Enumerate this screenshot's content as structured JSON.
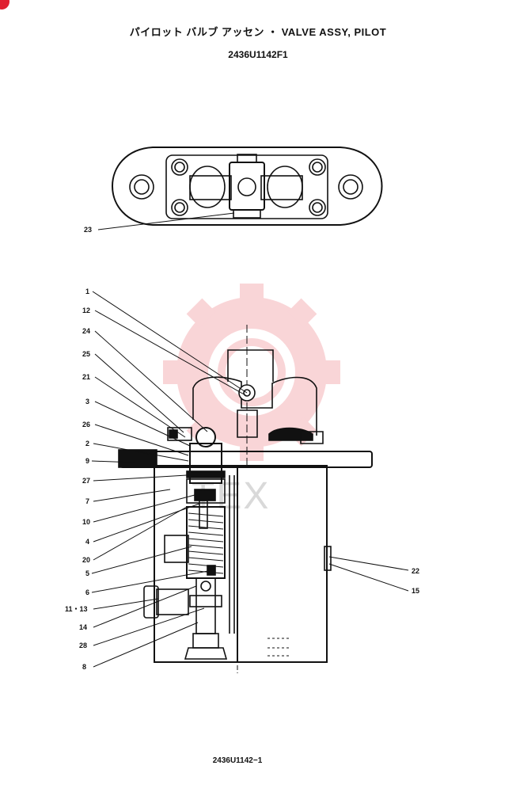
{
  "title": "パイロット バルブ アッセン ・ VALVE ASSY, PILOT",
  "part_number": "2436U1142F1",
  "footer_code": "2436U1142−1",
  "watermark": "TEX",
  "callouts_top": [
    "23"
  ],
  "callouts_left": [
    "1",
    "12",
    "24",
    "25",
    "21",
    "3",
    "26",
    "2",
    "9",
    "27",
    "7",
    "10",
    "4",
    "20",
    "5",
    "6",
    "11・13",
    "14",
    "28",
    "8"
  ],
  "callouts_right": [
    "22",
    "15"
  ],
  "colors": {
    "ink": "#111111",
    "watermark": "#e8434f"
  }
}
